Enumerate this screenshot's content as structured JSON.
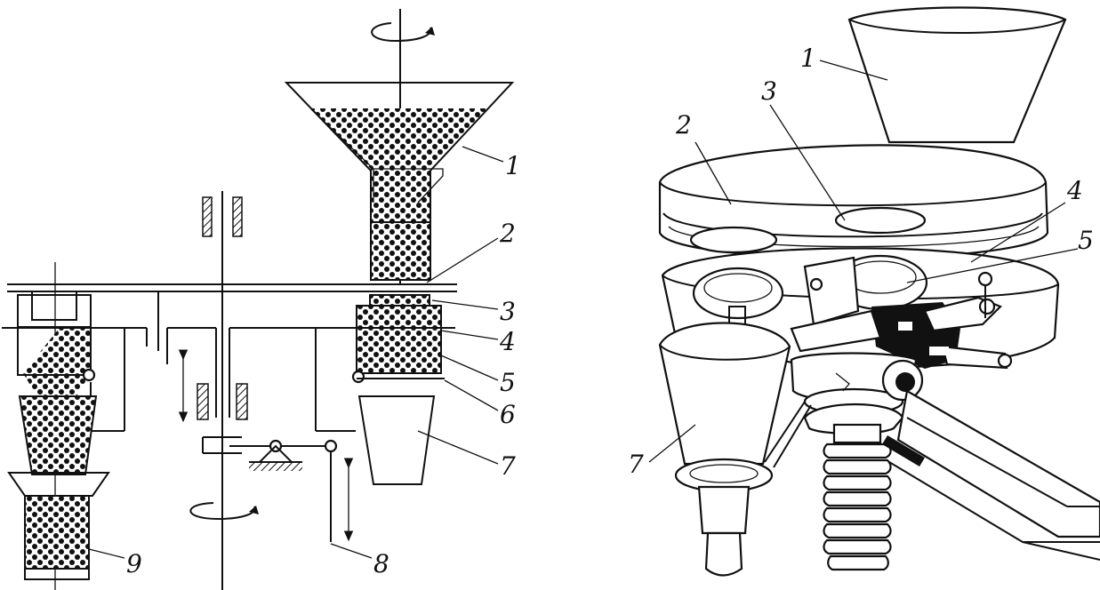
{
  "left_diagram": {
    "callouts": [
      {
        "id": "1",
        "text": "1"
      },
      {
        "id": "2",
        "text": "2"
      },
      {
        "id": "3",
        "text": "3"
      },
      {
        "id": "4",
        "text": "4"
      },
      {
        "id": "5",
        "text": "5"
      },
      {
        "id": "6",
        "text": "6"
      },
      {
        "id": "7",
        "text": "7"
      },
      {
        "id": "8",
        "text": "8"
      },
      {
        "id": "9",
        "text": "9"
      }
    ]
  },
  "right_diagram": {
    "callouts": [
      {
        "id": "1",
        "text": "1"
      },
      {
        "id": "2",
        "text": "2"
      },
      {
        "id": "3",
        "text": "3"
      },
      {
        "id": "4",
        "text": "4"
      },
      {
        "id": "5",
        "text": "5"
      },
      {
        "id": "7",
        "text": "7"
      }
    ]
  },
  "colors": {
    "ink": "#111111",
    "background": "#ffffff"
  }
}
